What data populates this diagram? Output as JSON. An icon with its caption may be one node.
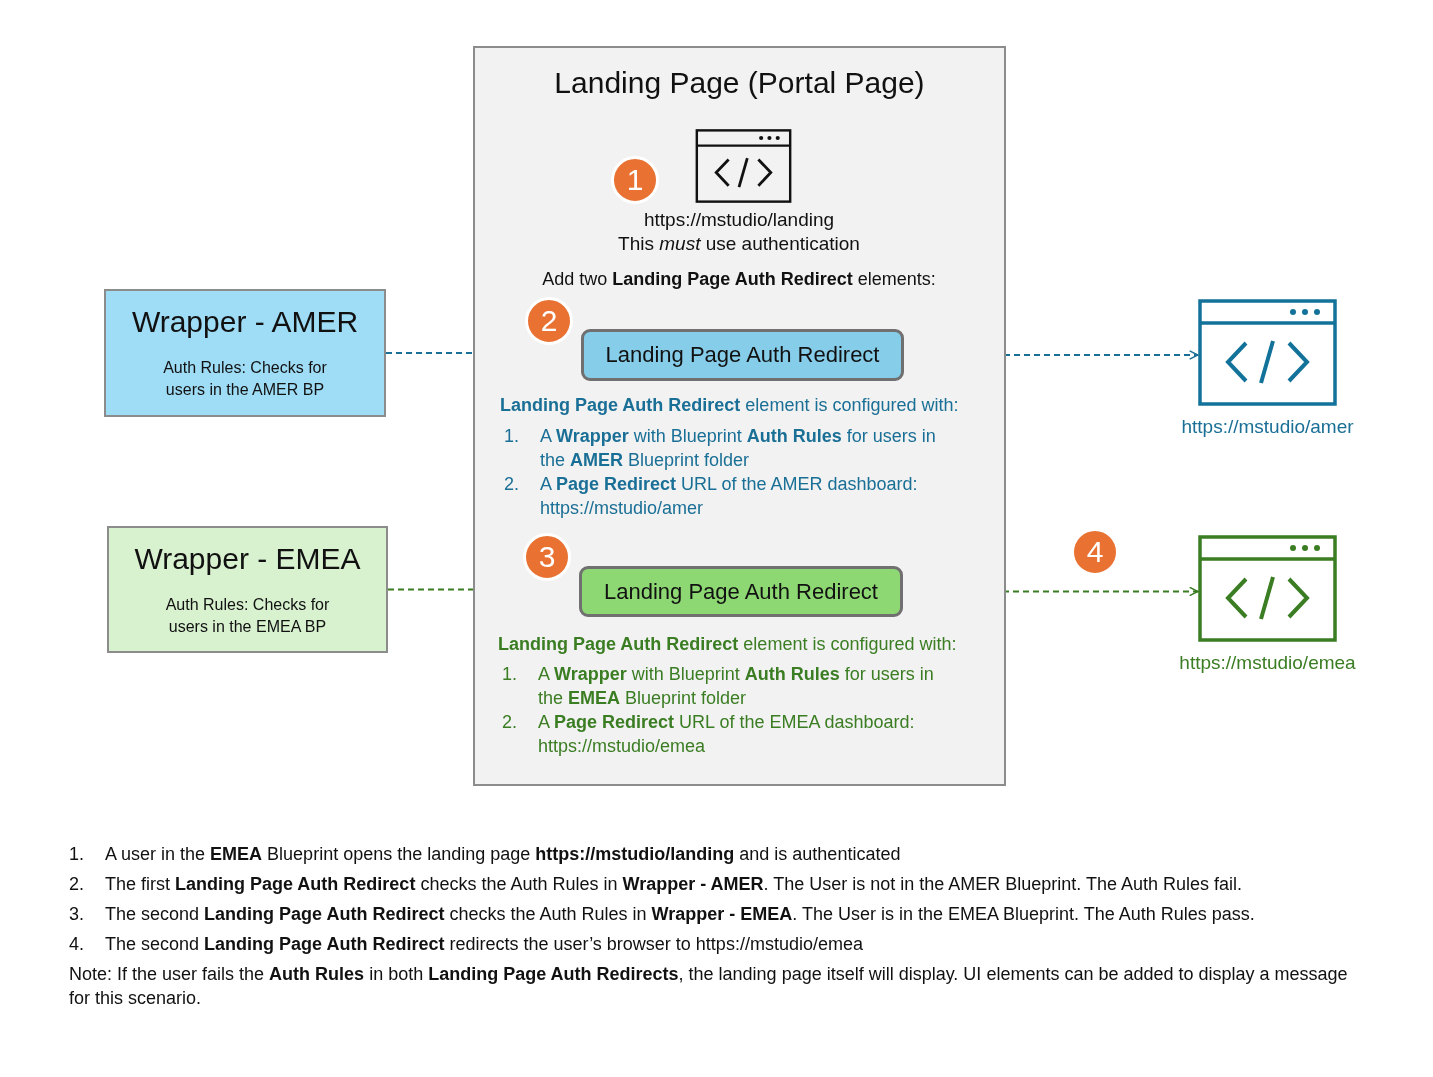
{
  "diagram": {
    "nodes": [
      {
        "text": [
          "Landing Page (Portal Page)"
        ]
      },
      {
        "text": [
          "1"
        ],
        "in": 0
      },
      {
        "text": [
          "Wrapper - AMER",
          "Auth Rules: Checks for users in the AMER BP"
        ]
      },
      {
        "text": [
          "2"
        ],
        "in": 0
      },
      {
        "text": [
          "Landing Page Auth Redirect"
        ],
        "in": 0
      },
      {
        "text": [],
        "shape": "box",
        "beside": [
          "https://mstudio/amer"
        ]
      },
      {
        "text": [
          "Wrapper - EMEA",
          "Auth Rules: Checks for users in the EMEA BP"
        ]
      },
      {
        "text": [
          "3"
        ],
        "in": 0
      },
      {
        "text": [
          "Landing Page Auth Redirect"
        ],
        "in": 0
      },
      {
        "text": [
          "4"
        ]
      },
      {
        "text": [],
        "shape": "box",
        "beside": [
          "https://mstudio/emea"
        ]
      }
    ],
    "edges": [
      {
        "from": 2,
        "to": 4,
        "arrow": "none",
        "style": "dashed",
        "color": "#1a6f96"
      },
      {
        "from": 4,
        "to": 5,
        "arrow": "to",
        "style": "dashed",
        "color": "#1a6f96"
      },
      {
        "from": 6,
        "to": 8,
        "arrow": "none",
        "style": "dashed",
        "color": "#3a7d22"
      },
      {
        "from": 8,
        "to": 10,
        "arrow": "to",
        "style": "dashed",
        "color": "#3a7d22"
      }
    ],
    "labels": [
      "https://mstudio/landing",
      "This *must* use authentication",
      "Add two **Landing Page Auth Redirect** elements:",
      "**Landing Page Auth Redirect** element is configured with:",
      "1.",
      "A **Wrapper** with Blueprint **Auth Rules** for users in the **AMER** Blueprint folder",
      "2.",
      "A **Page Redirect** URL of the AMER dashboard: https://mstudio/amer",
      "**Landing Page Auth Redirect** element is configured with:",
      "1.",
      "A **Wrapper** with Blueprint **Auth Rules** for users in the **EMEA** Blueprint folder",
      "2.",
      "A **Page Redirect** URL of the EMEA dashboard: https://mstudio/emea",
      "1.",
      "A user in the **EMEA** Blueprint opens the landing page **https://mstudio/landing** and is authenticated",
      "2.",
      "The first **Landing Page Auth Redirect** checks the Auth Rules in **Wrapper - AMER**. The User is not in the AMER Blueprint. The Auth Rules fail.",
      "3.",
      "The second **Landing Page Auth Redirect** checks the Auth Rules in **Wrapper - EMEA**. The User is in the EMEA Blueprint. The Auth Rules pass.",
      "4.",
      "The second **Landing Page Auth Redirect** redirects the user’s browser to https://mstudio/emea",
      "Note: If the user fails the **Auth Rules** in both **Landing Page Auth Redirects**, the landing page itself will display. UI elements can be added to display a message for this scenario."
    ]
  }
}
